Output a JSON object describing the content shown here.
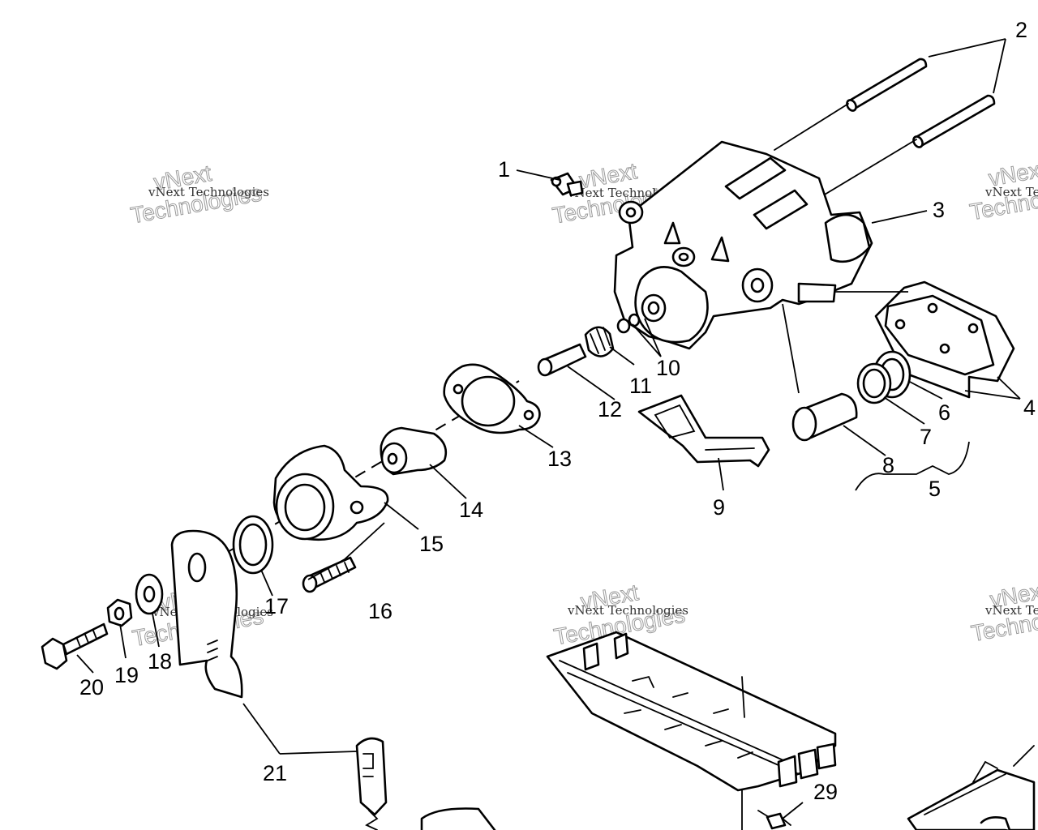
{
  "watermark": {
    "line1": "vNext",
    "line2": "Technologies",
    "caption": "vNext Technologies"
  },
  "labels": {
    "l1": "1",
    "l2": "2",
    "l3": "3",
    "l4": "4",
    "l5": "5",
    "l6": "6",
    "l7": "7",
    "l8": "8",
    "l9": "9",
    "l10": "10",
    "l11": "11",
    "l12": "12",
    "l13": "13",
    "l14": "14",
    "l15": "15",
    "l16": "16",
    "l17": "17",
    "l18": "18",
    "l19": "19",
    "l20": "20",
    "l21": "21",
    "l29": "29"
  },
  "colors": {
    "ink": "#000000",
    "paper": "#ffffff",
    "watermark": "#9a9a9a"
  }
}
